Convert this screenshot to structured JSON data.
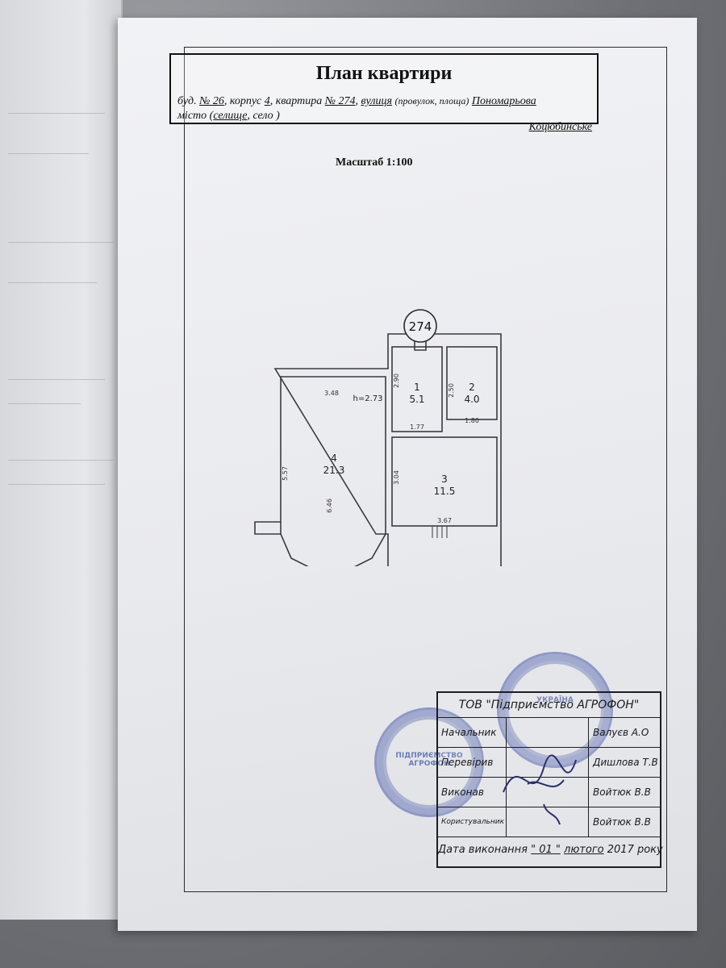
{
  "header": {
    "title": "План квартири",
    "bud_label": "буд.",
    "building_no": "№ 26",
    "korpus_label": "корпус",
    "korpus": "4",
    "apt_label": "квартира",
    "apartment_no": "№ 274",
    "street_type": "вулиця",
    "street_type_note": "(провулок, площа)",
    "street_name": "Пономарьова",
    "settlement_prefix": "місто",
    "settlement_type_open": "(",
    "settlement_type": "селище",
    "settlement_type_rest": ", село )",
    "settlement_name": "Коцюбинське"
  },
  "scale": "Масштаб 1:100",
  "plan": {
    "apartment_badge": "274",
    "ceiling_height": "h=2.73",
    "rooms": [
      {
        "no": "1",
        "area": "5.1"
      },
      {
        "no": "2",
        "area": "4.0"
      },
      {
        "no": "3",
        "area": "11.5"
      },
      {
        "no": "4",
        "area": "21.3"
      }
    ],
    "dimensions": [
      "3.48",
      "2.90",
      "2.50",
      "1.77",
      "1.80",
      "5.57",
      "6.46",
      "3.04",
      "3.67"
    ]
  },
  "stamp": {
    "company": "ТОВ \"Підприємство АГРОФОН\"",
    "rows": [
      {
        "role": "Начальник",
        "name": "Валуєв А.О"
      },
      {
        "role": "Перевірив",
        "name": "Дишлова Т.В"
      },
      {
        "role": "Виконав",
        "name": "Войтюк В.В"
      },
      {
        "role": "Користувальник",
        "name": "Войтюк В.В"
      }
    ],
    "date_label": "Дата виконання",
    "date_day": "\" 01 \"",
    "date_month": "лютого",
    "date_year": "2017 року"
  },
  "seals": {
    "left_text": "ПІДПРИЄМСТВО АГРОФОН",
    "right_text": "УКРАЇНА"
  },
  "colors": {
    "paper": "#eceef1",
    "ink": "#111111",
    "seal": "#4a5aaa",
    "plan_line": "#3a3a40"
  }
}
